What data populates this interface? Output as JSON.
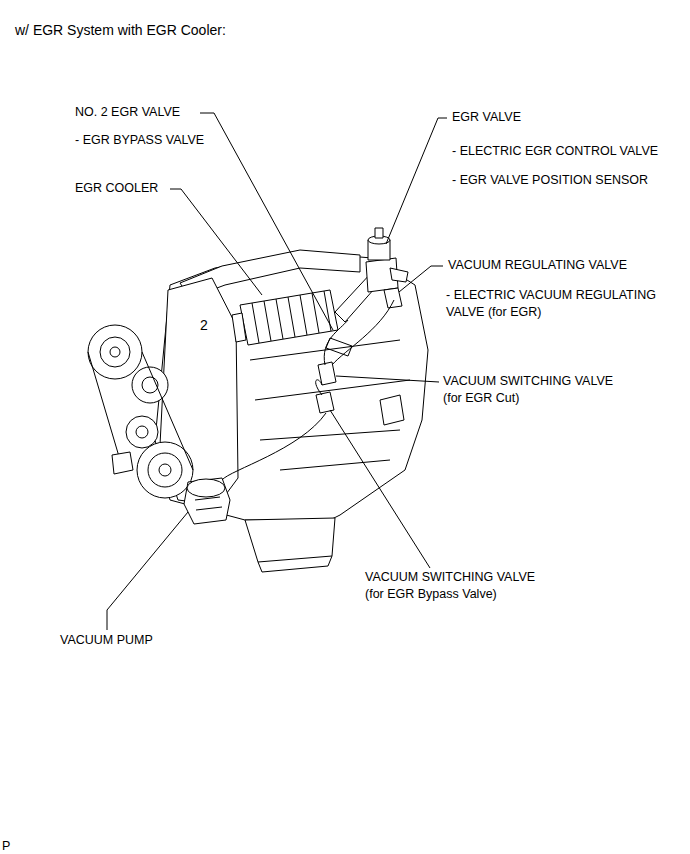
{
  "diagram": {
    "title": "w/ EGR System with EGR Cooler:",
    "labels": [
      "NO. 2 EGR VALVE",
      "- EGR BYPASS VALVE",
      "EGR COOLER",
      "EGR VALVE",
      "- ELECTRIC EGR CONTROL VALVE",
      "- EGR VALVE POSITION SENSOR",
      "VACUUM REGULATING VALVE",
      "- ELECTRIC VACUUM REGULATING VALVE (for EGR)",
      "VACUUM SWITCHING VALVE (for EGR Cut)",
      "VACUUM SWITCHING VALVE (for EGR Bypass Valve)",
      "VACUUM PUMP",
      "P"
    ]
  }
}
